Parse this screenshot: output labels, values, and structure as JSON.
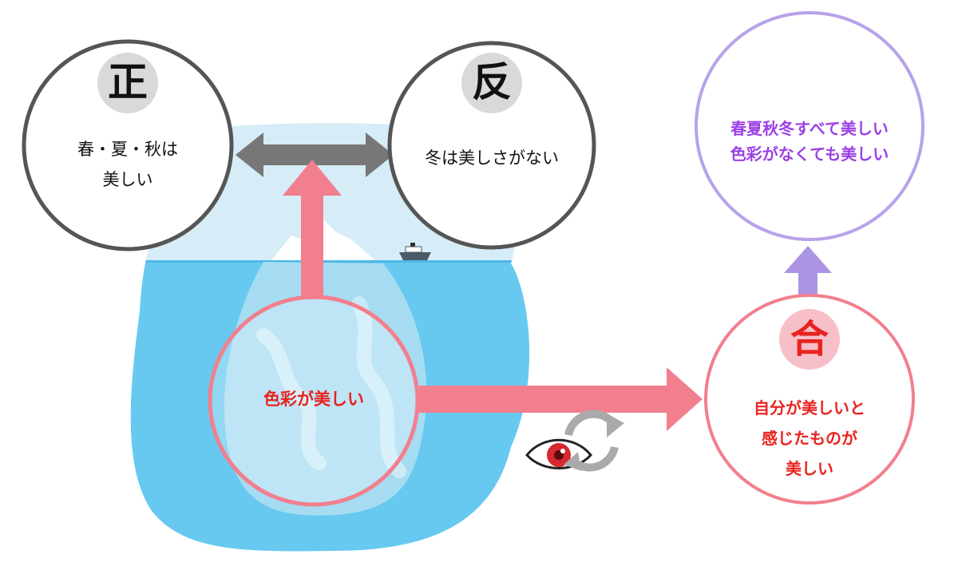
{
  "thesis": {
    "glyph": "正",
    "lines": [
      "春・夏・秋は",
      "美しい"
    ]
  },
  "antithesis": {
    "glyph": "反",
    "lines": [
      "冬は美しさがない"
    ]
  },
  "synthesis": {
    "glyph": "合",
    "lines": [
      "自分が美しいと",
      "感じたものが",
      "美しい"
    ]
  },
  "conclusion": {
    "lines": [
      "春夏秋冬すべて美しい",
      "色彩がなくても美しい"
    ]
  },
  "premise": {
    "label": "色彩が美しい"
  },
  "colors": {
    "dark_circle": "#555555",
    "pink": "#f27f8e",
    "purple": "#a98fe0",
    "red_text": "#e8231f",
    "purple_text": "#9a3fe6",
    "ocean": "#67c9ef",
    "sky": "#d6ecf7"
  },
  "icons": [
    "double-arrow-icon",
    "up-arrow-icon",
    "right-arrow-icon",
    "eye-icon",
    "refresh-icon",
    "iceberg-illustration",
    "ship-icon"
  ]
}
